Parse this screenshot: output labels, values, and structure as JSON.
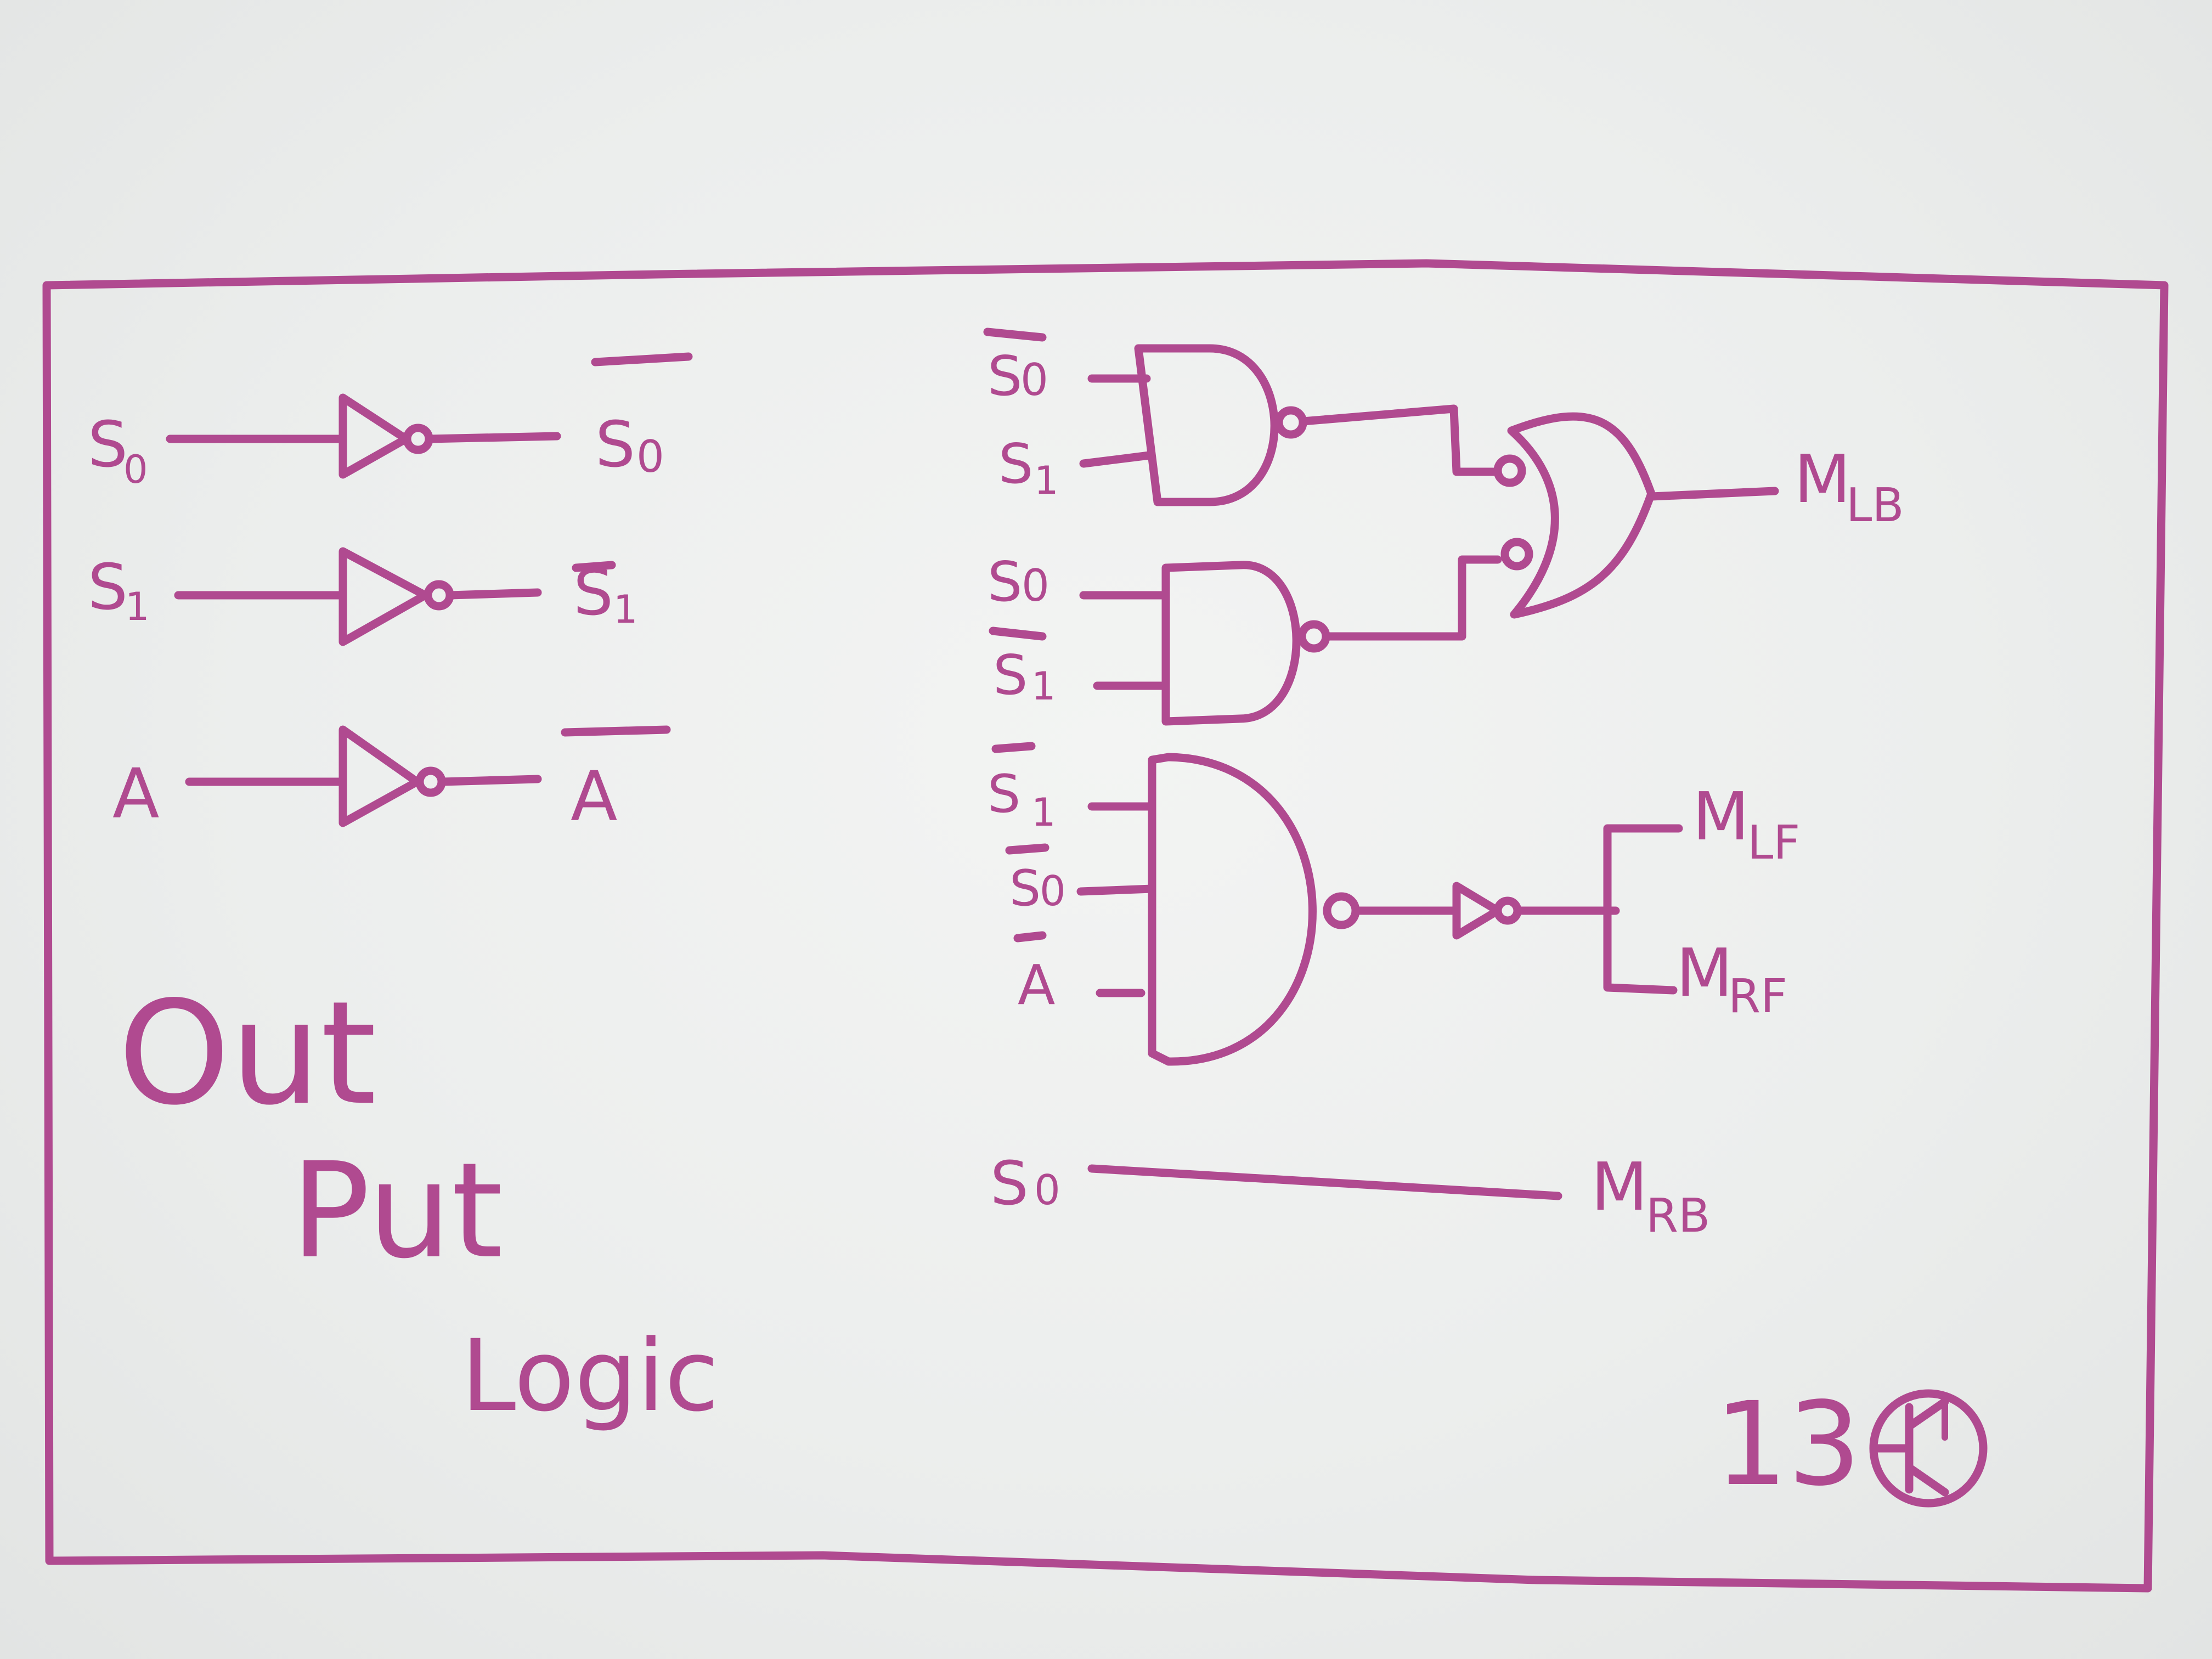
{
  "board": {
    "ink_color": "#b04a90",
    "background_color": "#eceeed"
  },
  "title": {
    "line1": "Out",
    "line2": "Put",
    "line3": "Logic"
  },
  "inverters": [
    {
      "input": "S",
      "input_sub": "0",
      "output": "S",
      "output_sub": "0",
      "output_overbar": true
    },
    {
      "input": "S",
      "input_sub": "1",
      "output": "S",
      "output_sub": "1",
      "output_overbar": true
    },
    {
      "input": "A",
      "input_sub": "",
      "output": "A",
      "output_sub": "",
      "output_overbar": true
    }
  ],
  "nand1": {
    "inputs": [
      {
        "name": "S",
        "sub": "0",
        "overbar": true
      },
      {
        "name": "S",
        "sub": "1",
        "overbar": false
      }
    ]
  },
  "nand2": {
    "inputs": [
      {
        "name": "S",
        "sub": "0",
        "overbar": false
      },
      {
        "name": "S",
        "sub": "1",
        "overbar": true
      }
    ]
  },
  "or_output": {
    "name": "M",
    "sub": "LB"
  },
  "nand3": {
    "inputs": [
      {
        "name": "S",
        "sub": "1",
        "overbar": true
      },
      {
        "name": "S",
        "sub": "0",
        "overbar": true
      },
      {
        "name": "A",
        "sub": "",
        "overbar": true
      }
    ]
  },
  "buffer_outputs": [
    {
      "name": "M",
      "sub": "LF"
    },
    {
      "name": "M",
      "sub": "RF"
    }
  ],
  "wire_row": {
    "input": "S",
    "input_sub": "0",
    "output": "M",
    "output_sub": "RB"
  },
  "page_number": "13",
  "corner_symbol": "transistor-circle-icon"
}
